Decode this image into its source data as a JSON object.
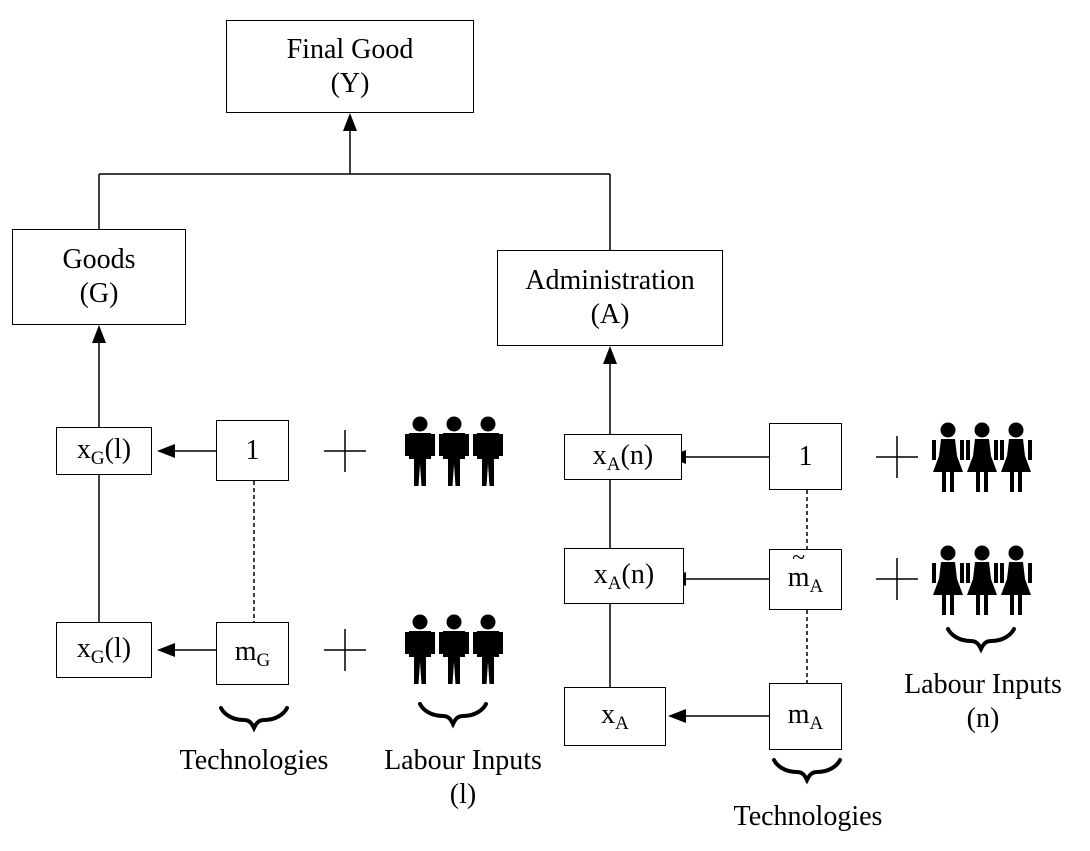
{
  "diagram": {
    "final_good": {
      "line1": "Final Good",
      "line2": "(Y)"
    },
    "goods": {
      "line1": "Goods",
      "line2": "(G)"
    },
    "administration": {
      "line1": "Administration",
      "line2": "(A)"
    },
    "goods_branch": {
      "x_base": "x",
      "x_sub": "G",
      "x_arg": "(l)",
      "tech_top": "1",
      "tech_bottom_base": "m",
      "tech_bottom_sub": "G",
      "technologies_label": "Technologies",
      "labour_line1": "Labour Inputs",
      "labour_line2": "(l)"
    },
    "admin_branch": {
      "x_base": "x",
      "x_sub": "A",
      "x_arg": "(n)",
      "tech_top": "1",
      "tech_mid_base": "m",
      "tech_mid_sub": "A",
      "tech_bottom_base": "m",
      "tech_bottom_sub": "A",
      "labour_line1": "Labour Inputs",
      "labour_line2": "(n)",
      "technologies_label": "Technologies"
    },
    "icons": {
      "plus": "plus-icon",
      "men": "male-workers-icon",
      "women": "female-workers-icon",
      "brace": "brace-icon"
    }
  }
}
